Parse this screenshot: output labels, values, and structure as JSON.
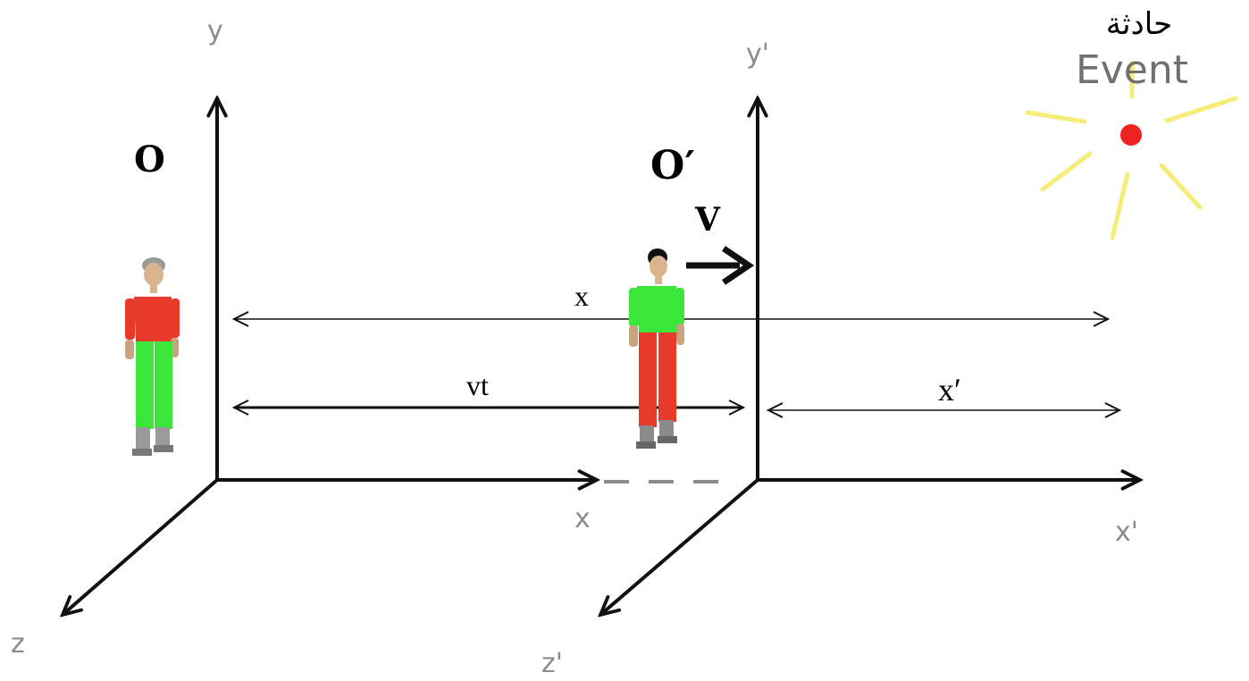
{
  "frames": {
    "rest": {
      "origin_label": "O",
      "axis_y": "y",
      "axis_x": "x",
      "axis_z": "z"
    },
    "moving": {
      "origin_label": "O′",
      "axis_y": "y'",
      "axis_x": "x'",
      "axis_z": "z'",
      "velocity_label": "V"
    }
  },
  "distances": {
    "x": "x",
    "vt": "vt",
    "x_prime": "x′"
  },
  "event": {
    "label_ar": "حادثة",
    "label_en": "Event",
    "dot_color": "#ee2222",
    "ray_color": "#f5ec7a"
  },
  "colors": {
    "axis": "#111111",
    "axis_label": "#8c8c8c",
    "observer_o_shirt": "#e83a2a",
    "observer_o_pants": "#39e639",
    "observer_o2_shirt": "#39e639",
    "observer_o2_pants": "#e83a2a"
  }
}
